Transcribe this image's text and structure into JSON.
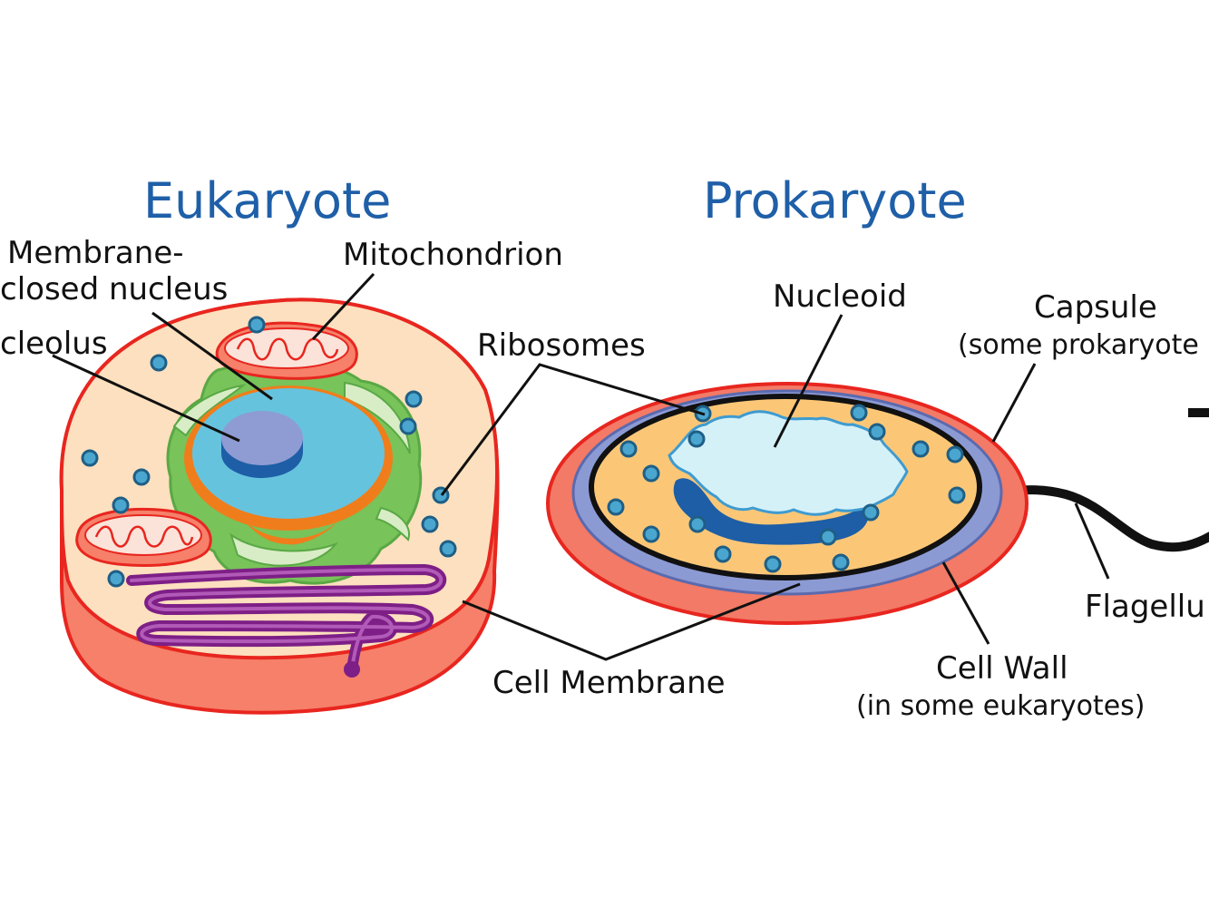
{
  "titles": {
    "eukaryote": "Eukaryote",
    "prokaryote": "Prokaryote"
  },
  "labels": {
    "membrane_nucleus_line1": "Membrane-",
    "membrane_nucleus_line2": "closed nucleus",
    "nucleolus": "cleolus",
    "mitochondrion": "Mitochondrion",
    "ribosomes": "Ribosomes",
    "cell_membrane": "Cell Membrane",
    "nucleoid": "Nucleoid",
    "capsule": "Capsule",
    "capsule_note": "(some prokaryote",
    "cell_wall": "Cell Wall",
    "cell_wall_note": "(in some eukaryotes)",
    "flagellum": "Flagellu"
  },
  "colors": {
    "title_blue": "#1f5fa8",
    "cell_outline_red": "#e8261f",
    "cytoplasm_euk": "#fde0bf",
    "cell_side": "#f6806a",
    "nucleus_blue": "#66c3de",
    "nucleolus": "#8f9bd3",
    "nuclear_envelope": "#f07d1b",
    "er_green": "#78c35a",
    "golgi_purple": "#7d1f86",
    "ribosome_blue": "#4aa6cf",
    "capsule_red": "#f27a66",
    "cell_wall_blue": "#8c9ad4",
    "cytoplasm_prok": "#fbc777",
    "nucleoid_light": "#d5f1f8",
    "nucleoid_dark": "#1d5ea6",
    "flagellum_black": "#111111"
  }
}
